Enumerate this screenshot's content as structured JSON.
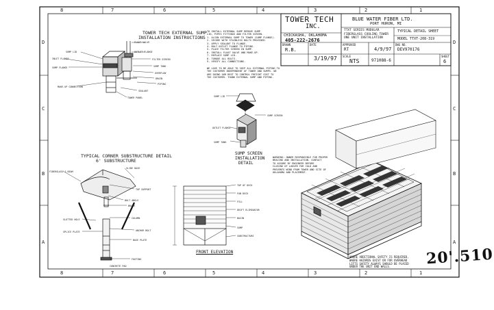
{
  "title_block": {
    "company": "TOWER TECH",
    "company_suffix": "INC.",
    "city": "CHICKASHA, OKLAHOMA",
    "phone": "405-222-2676",
    "client": "BLUE WATER FIBER LTD.",
    "client_city": "PORT HURON, MI",
    "project": "TTXT SERIES MODULAR FIBERGLASS COOLING TOWER ONE UNIT INSTALLATION",
    "sheet_title": "TYPICAL DETAIL SHEET",
    "model": "MODEL TTXT-208-319",
    "drawn_label": "DRAWN",
    "drawn": "R.B.",
    "date_label": "DATE",
    "date": "3/19/97",
    "approved_label": "APPROVED",
    "approved": "RT",
    "approved_date": "4/9/97",
    "scale_label": "SCALE",
    "scale": "NTS",
    "job_no": "971088-6",
    "dwg_label": "DWG NO.",
    "dwg_no": "DEV970176",
    "sheet_label": "SHEET",
    "sheet_no": "6"
  },
  "sections": {
    "sump_title_line1": "TOWER TECH EXTERNAL SUMP",
    "sump_title_line2": "INSTALLATION INSTRUCTIONS",
    "corner_title": "TYPICAL CORNER SUBSTRUCTURE DETAIL",
    "corner_subtitle": "6' SUBSTRUCTURE",
    "screen_title_line1": "SUMP SCREEN",
    "screen_title_line2": "INSTALLATION",
    "screen_title_line3": "DETAIL",
    "front_elevation": "FRONT ELEVATION"
  },
  "notes": {
    "install_steps": [
      "TO INSTALL EXTERNAL SUMP REMOVE SUMP",
      "LID, PIPES FITTINGS AND FILTER SCREEN.",
      "1. ALIGN EXTERNAL SUMP TO TOWER (SUMP FLANGE).",
      "2. SECURE WITH STAINLESS BOLTS PROVIDED.",
      "3. APPLY SEALANT TO FLANGE.",
      "4. BOLT OUTLET FLANGE TO PIPING.",
      "5. PLACE FILTER SCREEN IN SUMP.",
      "6. INSTALL FLOAT VALVE AND MAKE-UP.",
      "7. REPLACE SUMP LID.",
      "8. TORQUE ALL BOLTS.",
      "9. VERIFY ALL CONNECTIONS."
    ],
    "install_footer": [
      "WE LOVE TO BE ABLE TO SHIP ALL EXTERNAL PIPING TO",
      "THE CUSTOMER INDEPENDENT OF TOWER AND SUMPS. WE",
      "ARE DOING OUR BEST TO CONTROL FREIGHT COST TO",
      "THE CUSTOMER. THANK EXTERNAL SUMP AND PIPING."
    ],
    "warning": [
      "WARNING: OWNER RESPONSIBLE FOR PROPER",
      "BRACING AND INSTALLATION. CONTACT",
      "TO ASSURE BY ENGINEER BEFORE",
      "CLOSING OF LOUVER FOR COLD AND",
      "PREVENTS WIND FROM TOWER AND SITE OF",
      "OKLAHOMA AND PLACEMENT."
    ],
    "safety": [
      "WHERE ADDITIONAL SAFETY IS REQUIRED,",
      "WHERE HAZARDS EXIST OR FOR OVERHEAD",
      "LIFTS SAFETY ALWAYS SHOULD BE PLACED",
      "UNDER THE UNIT END WALLS."
    ]
  },
  "callouts": {
    "sump": [
      "FLOAT VALVE",
      "OUTLET FLANGE",
      "SUMP LID",
      "FILTER SCREEN",
      "INLET FLANGE",
      "SUMP FLANGE",
      "SUMP TANK",
      "OVERFLOW",
      "DRAIN",
      "PIPING",
      "MAKE-UP CONNECTION",
      "SEALANT",
      "TOWER PANEL"
    ],
    "corner": [
      "FIBERGLASS I-BEAM",
      "SLIDE BASE",
      "TOP SUPPORT",
      "BOLT ANGLE",
      "BRACE",
      "COLUMN",
      "ANCHOR BOLT",
      "BASE PLATE",
      "FOOTING",
      "SLOTTED HOLE",
      "SPLICE PLATE",
      "CONCRETE PAD"
    ],
    "screen": [
      "SUMP LID",
      "SUMP SCREEN",
      "OUTLET FLANGE",
      "SUMP TANK"
    ],
    "elevation": [
      "TOP OF DECK",
      "FAN DECK",
      "FILL",
      "DRIFT ELIMINATOR",
      "BASIN",
      "SUMP",
      "SUBSTRUCTURE"
    ]
  },
  "zones": {
    "top": [
      "8",
      "7",
      "6",
      "5",
      "4",
      "3",
      "2",
      "1"
    ],
    "bottom": [
      "8",
      "7",
      "6",
      "5",
      "4",
      "3",
      "2",
      "1"
    ],
    "left": [
      "D",
      "C",
      "B",
      "A"
    ],
    "right": [
      "D",
      "C",
      "B",
      "A"
    ]
  },
  "handwritten_dimension": "20'.510",
  "colors": {
    "ink": "#111111",
    "paper": "#ffffff"
  }
}
